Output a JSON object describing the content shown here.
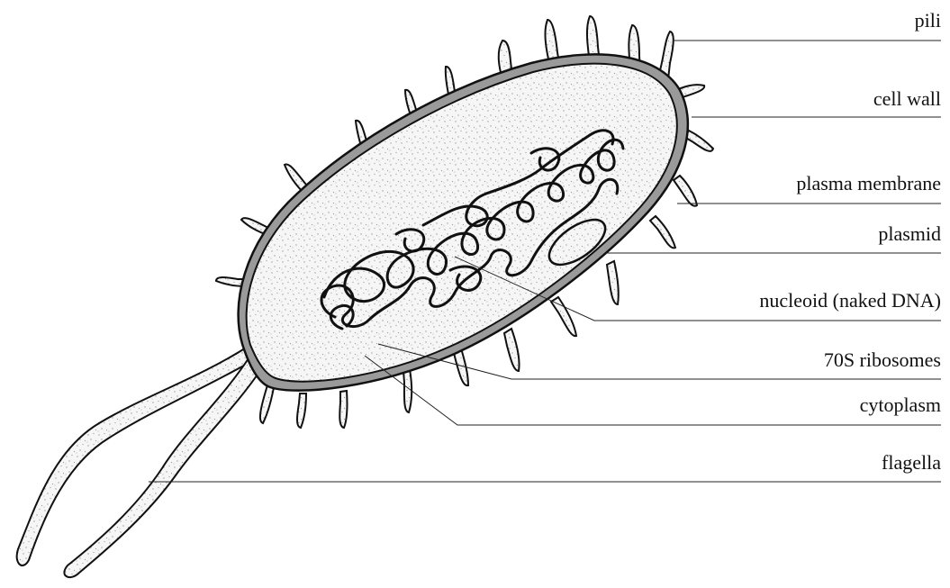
{
  "diagram": {
    "labels": {
      "pili": "pili",
      "cell_wall": "cell wall",
      "plasma_membrane": "plasma membrane",
      "plasmid": "plasmid",
      "nucleoid": "nucleoid (naked DNA)",
      "ribosomes": "70S ribosomes",
      "cytoplasm": "cytoplasm",
      "flagella": "flagella"
    },
    "colors": {
      "outline": "#111111",
      "cell_wall_fill": "#9a9a9a",
      "cytoplasm_fill": "#f4f4f4",
      "stipple": "#9a9a9a"
    }
  }
}
